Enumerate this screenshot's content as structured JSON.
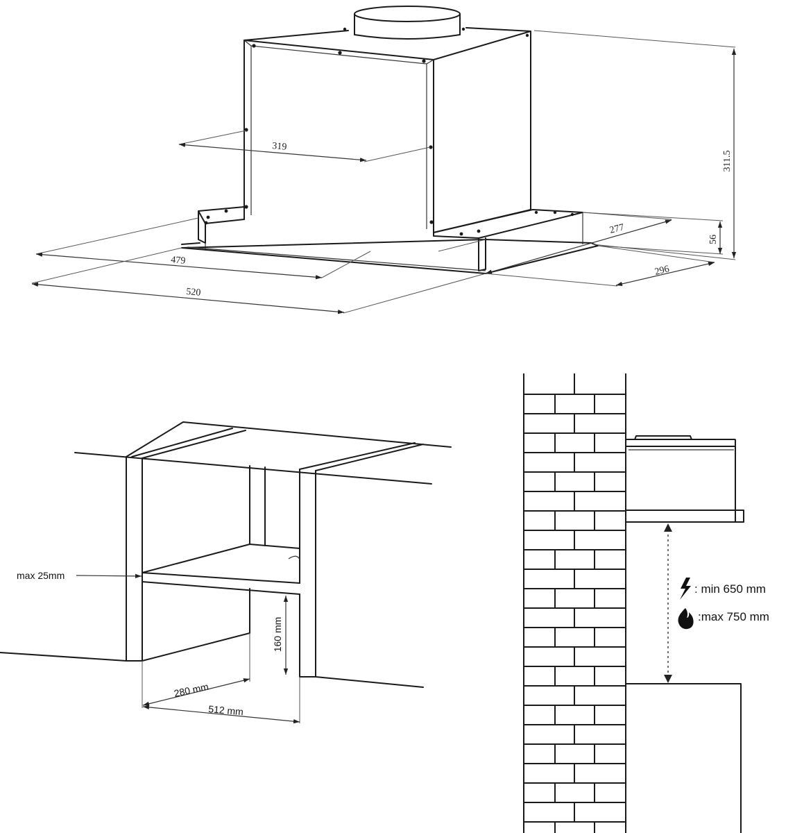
{
  "top_drawing": {
    "dims": {
      "d319": "319",
      "d311": "311.5",
      "d277": "277",
      "d56": "56",
      "d479": "479",
      "d296": "296",
      "d520": "520"
    }
  },
  "cabinet_drawing": {
    "max_label": "max 25mm",
    "dim_160": "160 mm",
    "dim_280": "280 mm",
    "dim_512": "512 mm"
  },
  "wall_drawing": {
    "electric_label": ": min 650 mm",
    "gas_label": ":max 750 mm",
    "icons": [
      "lightning-icon",
      "flame-icon"
    ]
  }
}
